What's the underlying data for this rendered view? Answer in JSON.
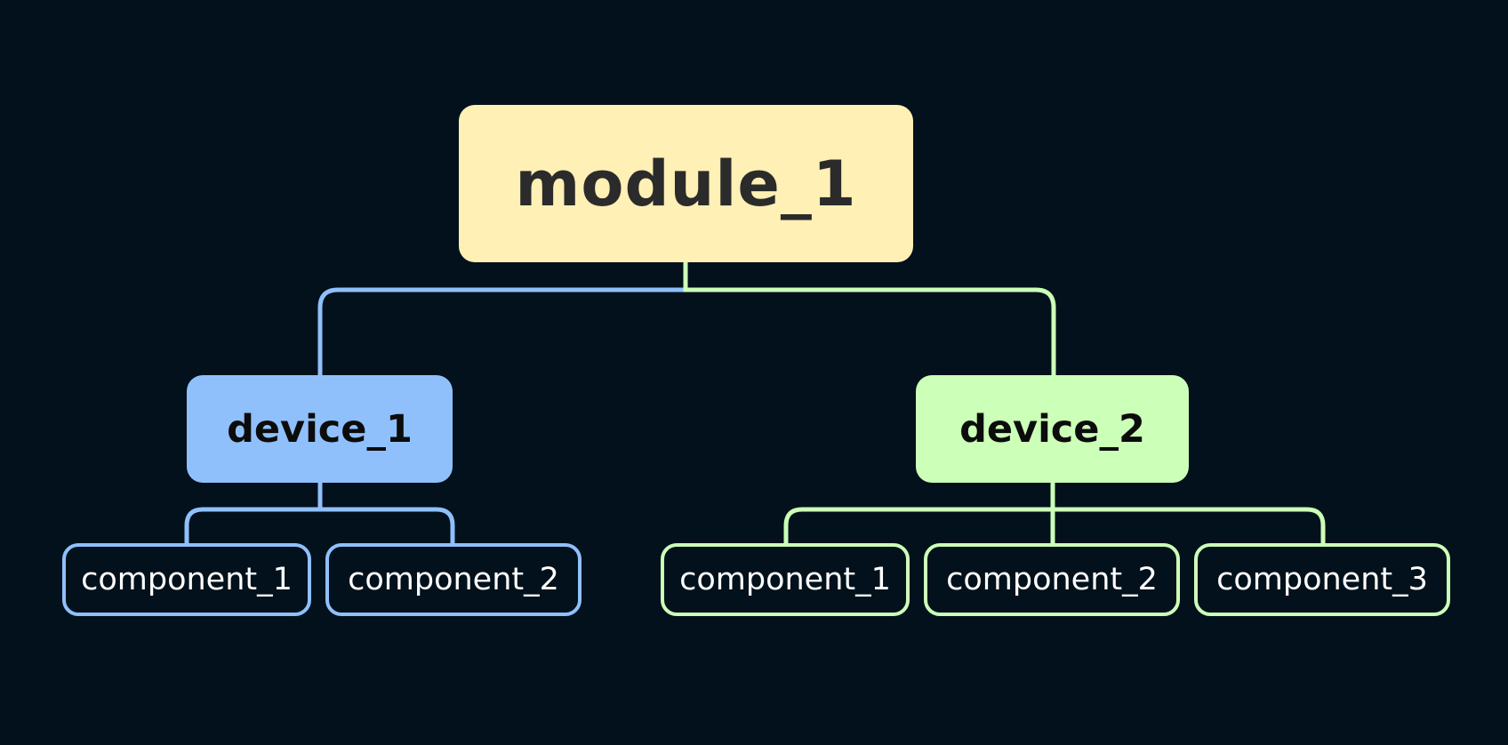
{
  "colors": {
    "background": "#02111b",
    "root": "#fff0b5",
    "branch_1": "#8fc0fc",
    "branch_2": "#ccffb8"
  },
  "root": {
    "label": "module_1"
  },
  "devices": [
    {
      "label": "device_1",
      "components": [
        {
          "label": "component_1"
        },
        {
          "label": "component_2"
        }
      ]
    },
    {
      "label": "device_2",
      "components": [
        {
          "label": "component_1"
        },
        {
          "label": "component_2"
        },
        {
          "label": "component_3"
        }
      ]
    }
  ]
}
